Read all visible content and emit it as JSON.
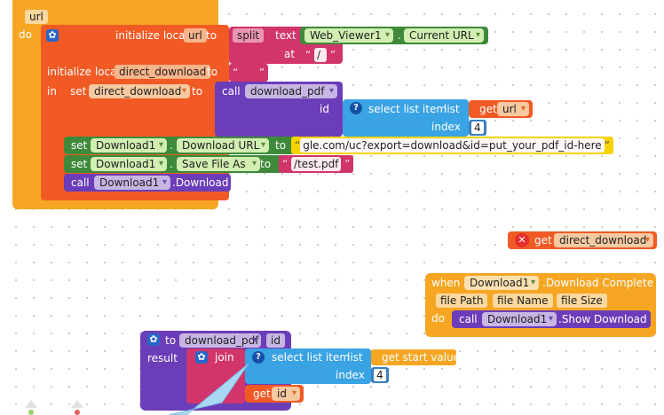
{
  "top_block": {
    "param_label": "url",
    "do_label": "do",
    "init_local": "initialize local",
    "url_var": "url",
    "to1": "to",
    "split_label": "split",
    "text_label": "text",
    "web_viewer": "Web_Viewer1",
    "dot1": ".",
    "current_url": "Current URL",
    "at_label": "at",
    "slash_value": "/",
    "init_local2": "initialize local",
    "direct_download_var": "direct_download",
    "to2": "to",
    "empty_value": "",
    "in_label": "in",
    "set_label": "set",
    "set_var": "direct_download",
    "to3": "to",
    "call_label": "call",
    "proc_name": "download_pdf",
    "id_label": "id",
    "select_item_label": "select list item",
    "list_label": "list",
    "get_label": "get",
    "get_url": "url",
    "index_label": "index",
    "index_value": "4",
    "set2": "set",
    "download_comp": "Download1",
    "dot2": ".",
    "download_url_prop": "Download URL",
    "to4": "to",
    "url_string": "gle.com/uc?export=download&id=put_your_pdf_id-here",
    "set3": "set",
    "download_comp2": "Download1",
    "dot3": ".",
    "save_file_as_prop": "Save File As",
    "to5": "to",
    "pdf_path": "/test.pdf",
    "call2": "call",
    "download_comp3": "Download1",
    "download_method": ".Download"
  },
  "get_block": {
    "get_label": "get",
    "var": "direct_download"
  },
  "event_block": {
    "when_label": "when",
    "component": "Download1",
    "event_name": ".Download Complete",
    "params": [
      "file Path",
      "file Name",
      "file Size"
    ],
    "do_label": "do",
    "call_label": "call",
    "call_component": "Download1",
    "method": ".Show Download"
  },
  "proc_block": {
    "to_label": "to",
    "name": "download_pdf",
    "param": "id",
    "result_label": "result",
    "join_label": "join",
    "select_item_label": "select list item",
    "list_label": "list",
    "get_start": "get start value",
    "index_label": "index",
    "index_value": "4",
    "get_label": "get",
    "get_var": "id"
  },
  "colors": {
    "control": "#f6a623",
    "local_var": "#f15a24",
    "procedure": "#6c3db8",
    "component_green": "#3e8a3a",
    "string_pink": "#d1356b",
    "list_blue": "#3aa3e4",
    "math_blue": "#3b7fbf"
  }
}
